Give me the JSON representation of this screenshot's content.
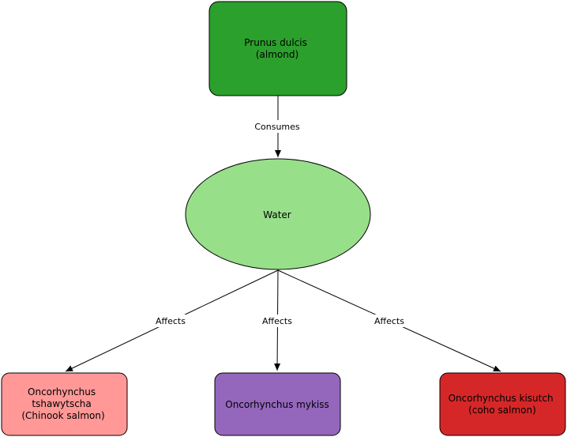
{
  "nodes": {
    "almond": {
      "lines": [
        "Prunus dulcis",
        "(almond)"
      ],
      "color": "#2ca02c",
      "shape": "rounded-rect"
    },
    "water": {
      "lines": [
        "Water"
      ],
      "color": "#98df8a",
      "shape": "ellipse"
    },
    "chinook": {
      "lines": [
        "Oncorhynchus",
        "tshawytscha",
        "(Chinook salmon)"
      ],
      "color": "#ff9896",
      "shape": "rounded-rect"
    },
    "mykiss": {
      "lines": [
        "Oncorhynchus mykiss"
      ],
      "color": "#9467bd",
      "shape": "rounded-rect"
    },
    "coho": {
      "lines": [
        "Oncorhynchus kisutch",
        "(coho salmon)"
      ],
      "color": "#d62728",
      "shape": "rounded-rect"
    }
  },
  "edges": [
    {
      "from": "almond",
      "to": "water",
      "label": "Consumes"
    },
    {
      "from": "water",
      "to": "chinook",
      "label": "Affects"
    },
    {
      "from": "water",
      "to": "mykiss",
      "label": "Affects"
    },
    {
      "from": "water",
      "to": "coho",
      "label": "Affects"
    }
  ]
}
